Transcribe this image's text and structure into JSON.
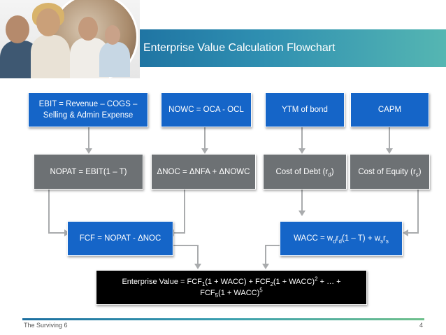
{
  "header": {
    "title": "Enterprise Value Calculation Flowchart"
  },
  "row1": {
    "ebit_line1": "EBIT = Revenue – COGS –",
    "ebit_line2": "Selling & Admin Expense",
    "nowc": "NOWC = OCA - OCL",
    "ytm": "YTM of bond",
    "capm": "CAPM"
  },
  "row2": {
    "nopat": "NOPAT = EBIT(1 – T)",
    "noc": "ΔNOC = ΔNFA + ΔNOWC",
    "cod_prefix": "Cost of Debt (r",
    "cod_sub": "d",
    "cod_suffix": ")",
    "coe_prefix": "Cost of Equity (r",
    "coe_sub": "s",
    "coe_suffix": ")"
  },
  "row3": {
    "fcf": "FCF = NOPAT - ΔNOC",
    "wacc_prefix": "WACC = w",
    "wacc_sub1": "d",
    "wacc_mid1": "r",
    "wacc_sub2": "d",
    "wacc_mid2": "(1 – T) + w",
    "wacc_sub3": "s",
    "wacc_mid3": "r",
    "wacc_sub4": "s"
  },
  "ev": {
    "a": "Enterprise Value = FCF",
    "s1": "1",
    "b": "(1 + WACC) + FCF",
    "s2": "2",
    "c": "(1 + WACC)",
    "p2": "2",
    "d": " + … +",
    "e": "FCF",
    "s5": "5",
    "f": "(1 + WACC)",
    "p5": "5"
  },
  "footer": {
    "left": "The Surviving 6",
    "page": "4"
  }
}
